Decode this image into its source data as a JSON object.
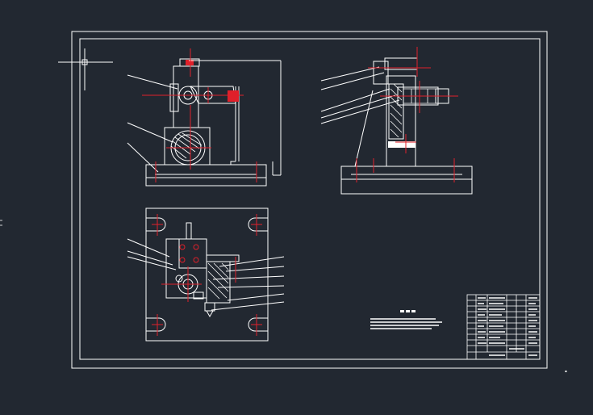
{
  "drawing": {
    "background_color": "#222831",
    "line_color": "#ffffff",
    "center_line_color": "#e0202a",
    "views": [
      "front-elevation",
      "side-section",
      "top-plan"
    ],
    "title_block": {
      "present": true,
      "text_legible": false
    },
    "technical_notes": {
      "present": true,
      "text_legible": false
    }
  }
}
